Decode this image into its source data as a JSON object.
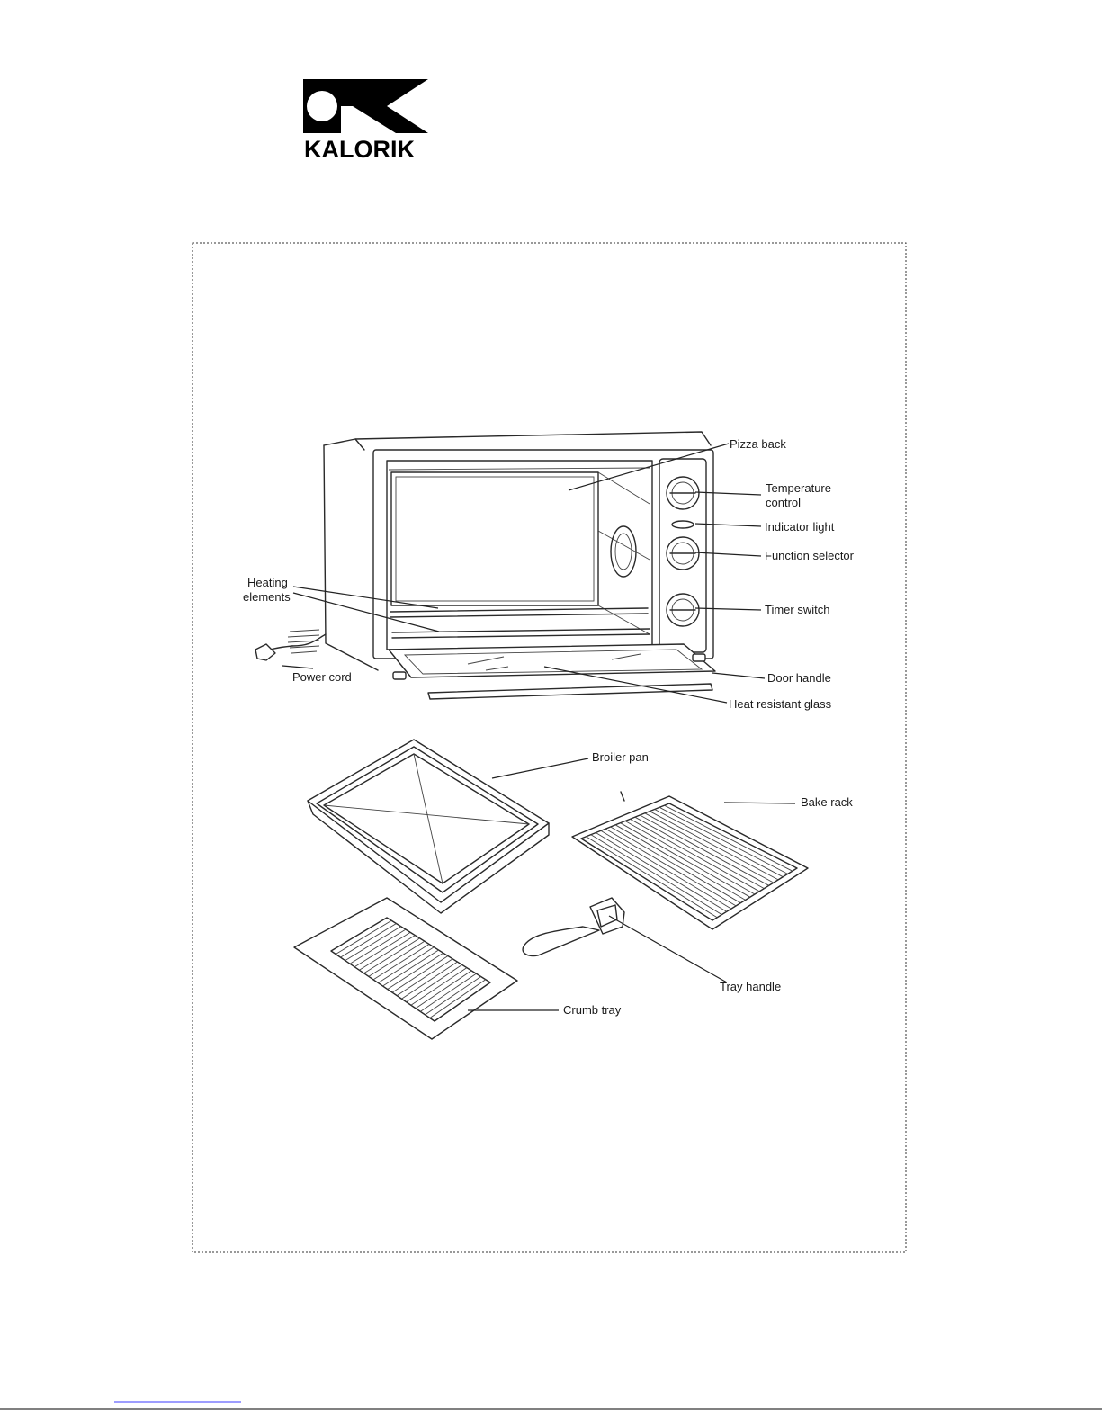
{
  "brand": {
    "name": "KALORIK"
  },
  "diagram": {
    "labels": {
      "pizza_back": "Pizza back",
      "temperature_control_1": "Temperature",
      "temperature_control_2": "control",
      "indicator_light": "Indicator light",
      "function_selector": "Function selector",
      "timer_switch": "Timer switch",
      "heating_elements_1": "Heating",
      "heating_elements_2": "elements",
      "power_cord": "Power cord",
      "door_handle": "Door handle",
      "heat_resistant_glass": "Heat resistant glass",
      "broiler_pan": "Broiler pan",
      "bake_rack": "Bake rack",
      "tray_handle": "Tray handle",
      "crumb_tray": "Crumb tray"
    }
  },
  "colors": {
    "ink": "#1a1a1a",
    "link_rule": "#3b3bff",
    "frame": "#333333"
  }
}
